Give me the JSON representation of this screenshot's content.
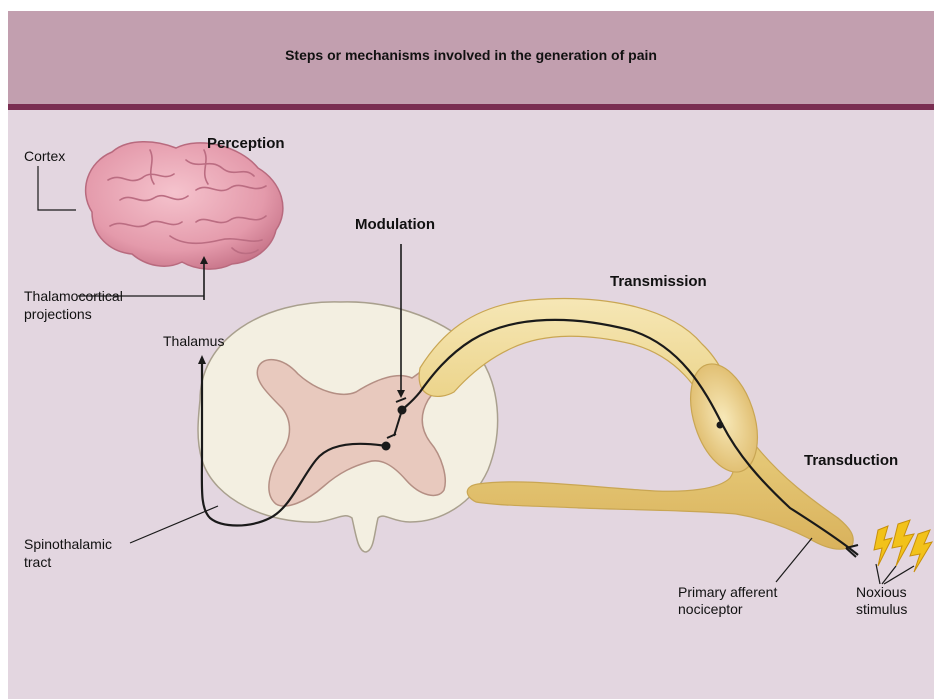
{
  "header": {
    "title": "Steps or mechanisms involved in the generation of pain"
  },
  "stages": {
    "perception": "Perception",
    "modulation": "Modulation",
    "transmission": "Transmission",
    "transduction": "Transduction"
  },
  "labels": {
    "cortex": "Cortex",
    "thalamocortical_line1": "Thalamocortical",
    "thalamocortical_line2": "projections",
    "thalamus": "Thalamus",
    "spinothalamic_line1": "Spinothalamic",
    "spinothalamic_line2": "tract",
    "nociceptor_line1": "Primary afferent",
    "nociceptor_line2": "nociceptor",
    "stimulus_line1": "Noxious",
    "stimulus_line2": "stimulus"
  },
  "colors": {
    "header_bg": "#c29faf",
    "header_rule": "#7a2e52",
    "panel_bg": "#e3d6e0",
    "white_matter": "#f3efe1",
    "gray_matter": "#e8c9be",
    "nerve": "#ecd58e",
    "brain": "#e8a3b2",
    "lightning": "#f2c21a"
  }
}
